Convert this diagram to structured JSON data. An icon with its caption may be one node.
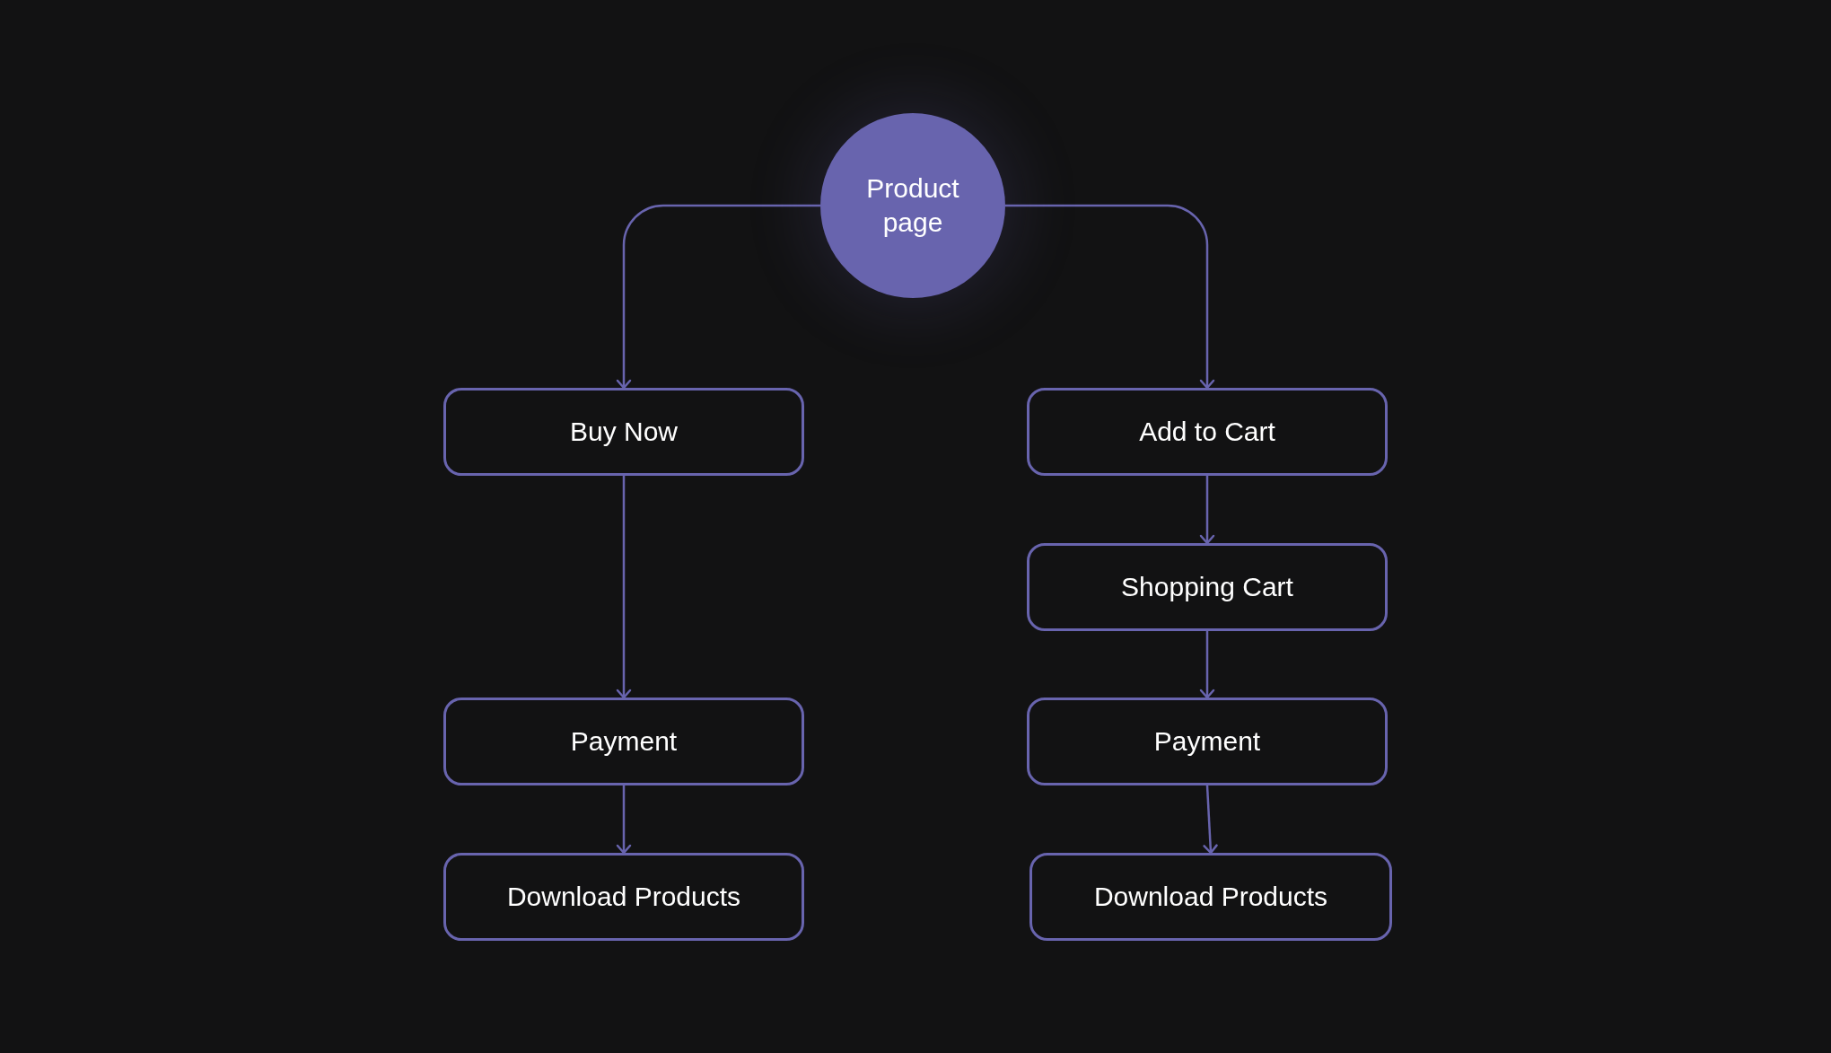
{
  "diagram": {
    "nodes": [
      {
        "text": [
          "Product page"
        ]
      },
      {
        "text": [
          "Buy Now"
        ]
      },
      {
        "text": [
          "Add to Cart"
        ]
      },
      {
        "text": [
          "Shopping Cart"
        ]
      },
      {
        "text": [
          "Payment"
        ]
      },
      {
        "text": [
          "Payment"
        ]
      },
      {
        "text": [
          "Download Products"
        ]
      },
      {
        "text": [
          "Download Products"
        ]
      }
    ],
    "edges": [
      {
        "from": 0,
        "to": 1,
        "arrow": "to"
      },
      {
        "from": 0,
        "to": 2,
        "arrow": "to"
      },
      {
        "from": 1,
        "to": 4,
        "arrow": "to"
      },
      {
        "from": 2,
        "to": 3,
        "arrow": "to"
      },
      {
        "from": 3,
        "to": 5,
        "arrow": "to"
      },
      {
        "from": 4,
        "to": 6,
        "arrow": "to"
      },
      {
        "from": 5,
        "to": 7,
        "arrow": "to"
      }
    ]
  }
}
